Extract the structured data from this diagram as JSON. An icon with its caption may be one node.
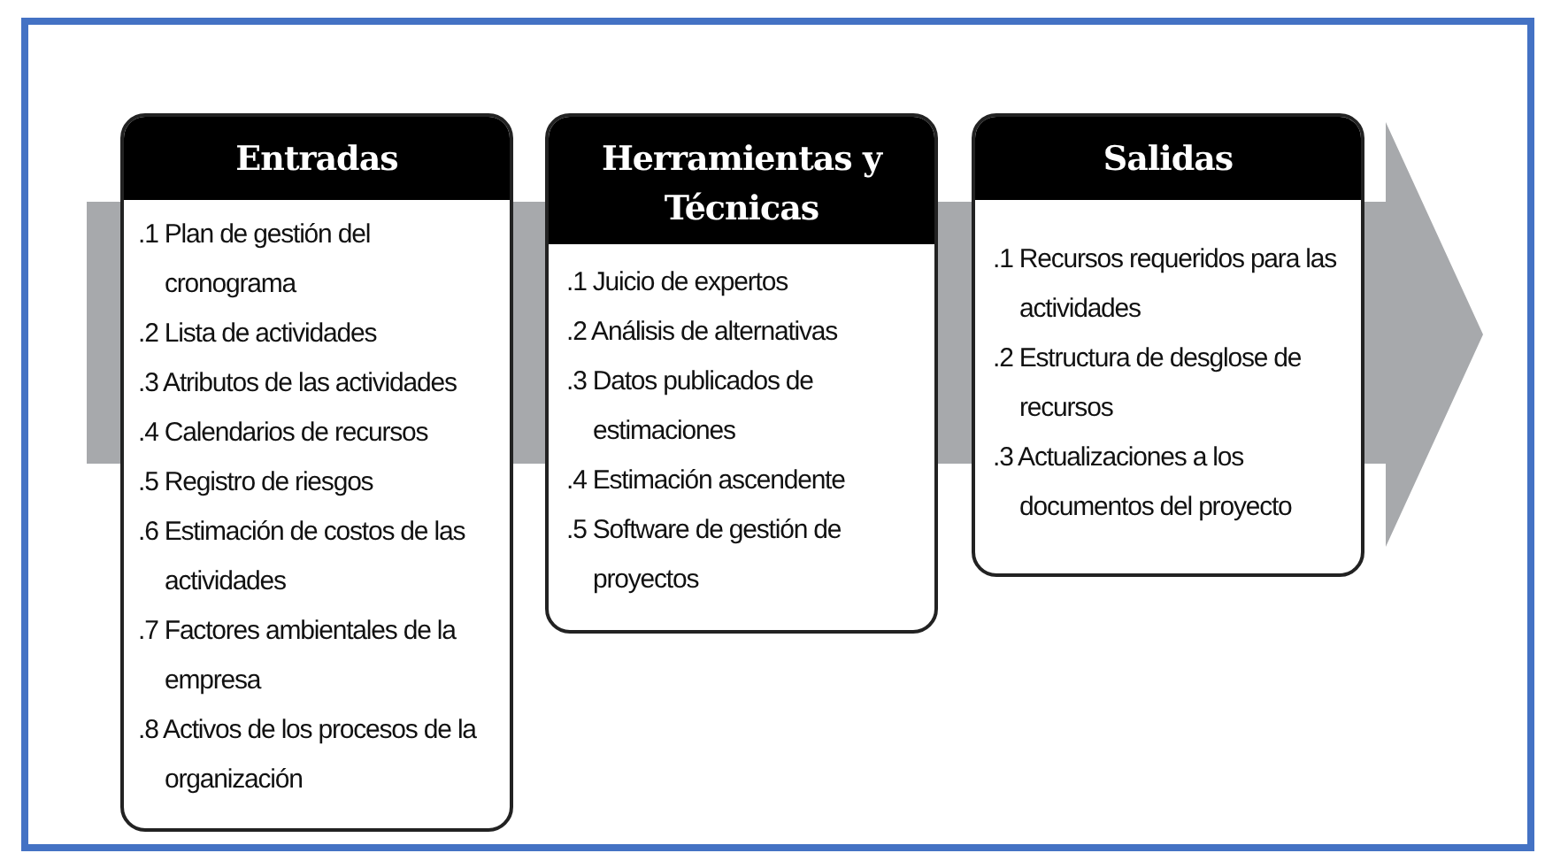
{
  "diagram": {
    "nodes": [
      {
        "text": [
          "Entradas",
          ".1 Plan de gestión del cronograma",
          ".2 Lista de actividades",
          ".3 Atributos de las actividades",
          ".4 Calendarios de recursos",
          ".5 Registro de riesgos",
          ".6 Estimación de costos de las actividades",
          ".7 Factores ambientales de la empresa",
          ".8 Activos de los procesos de la organización"
        ]
      },
      {
        "text": [
          "Herramientas y Técnicas",
          ".1 Juicio de expertos",
          ".2 Análisis de alternativas",
          ".3 Datos publicados de estimaciones",
          ".4 Estimación ascendente",
          ".5 Software de gestión de proyectos"
        ]
      },
      {
        "text": [
          "Salidas",
          ".1 Recursos requeridos para las actividades",
          ".2 Estructura de desglose de recursos",
          ".3 Actualizaciones a los documentos del proyecto"
        ]
      }
    ],
    "edges": []
  }
}
